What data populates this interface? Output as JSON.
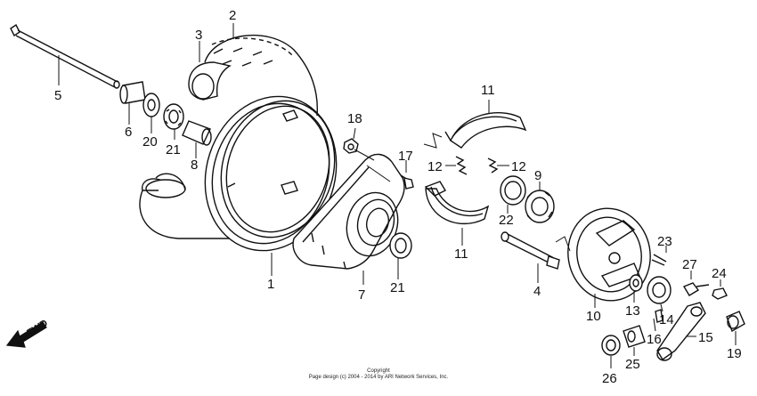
{
  "diagram": {
    "type": "exploded-parts-view",
    "callouts": {
      "p1": "1",
      "p2": "2",
      "p3": "3",
      "p4": "4",
      "p5": "5",
      "p6": "6",
      "p7": "7",
      "p8": "8",
      "p9": "9",
      "p10": "10",
      "p11a": "11",
      "p11b": "11",
      "p12a": "12",
      "p12b": "12",
      "p13": "13",
      "p14": "14",
      "p15": "15",
      "p16": "16",
      "p17": "17",
      "p18": "18",
      "p19": "19",
      "p20": "20",
      "p21a": "21",
      "p21b": "21",
      "p22": "22",
      "p23": "23",
      "p24": "24",
      "p25": "25",
      "p26": "26",
      "p27": "27"
    },
    "fwd_label": "FWD",
    "copyright_line1": "Copyright",
    "copyright_line2": "Page design (c) 2004 - 2014 by ARI Network Services, Inc."
  }
}
